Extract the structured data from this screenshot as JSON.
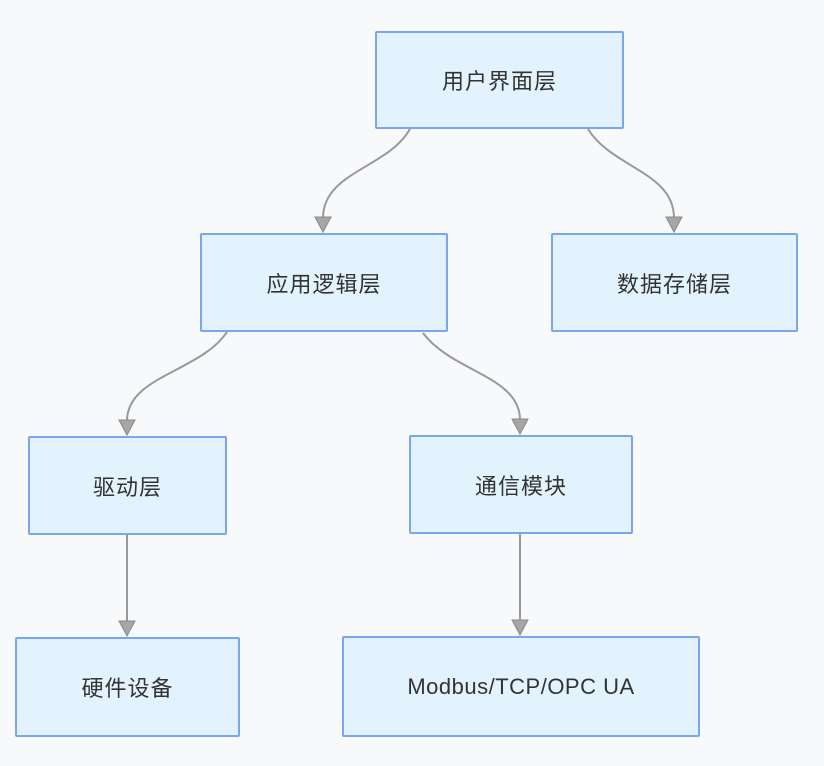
{
  "diagram": {
    "type": "flowchart",
    "colors": {
      "background": "#f7f9fb",
      "node_fill": "#e3f3fd",
      "node_border": "#7ba6ec",
      "node_text": "#333333",
      "arrow": "#999999"
    },
    "nodes": [
      {
        "id": "user-interface-layer",
        "label": "用户界面层"
      },
      {
        "id": "application-logic-layer",
        "label": "应用逻辑层"
      },
      {
        "id": "data-storage-layer",
        "label": "数据存储层"
      },
      {
        "id": "driver-layer",
        "label": "驱动层"
      },
      {
        "id": "communication-module",
        "label": "通信模块"
      },
      {
        "id": "hardware-device",
        "label": "硬件设备"
      },
      {
        "id": "modbus-tcp-opc-ua",
        "label": "Modbus/TCP/OPC UA"
      }
    ],
    "edges": [
      {
        "from": "用户界面层",
        "to": "应用逻辑层"
      },
      {
        "from": "用户界面层",
        "to": "数据存储层"
      },
      {
        "from": "应用逻辑层",
        "to": "驱动层"
      },
      {
        "from": "应用逻辑层",
        "to": "通信模块"
      },
      {
        "from": "驱动层",
        "to": "硬件设备"
      },
      {
        "from": "通信模块",
        "to": "Modbus/TCP/OPC UA"
      }
    ]
  }
}
